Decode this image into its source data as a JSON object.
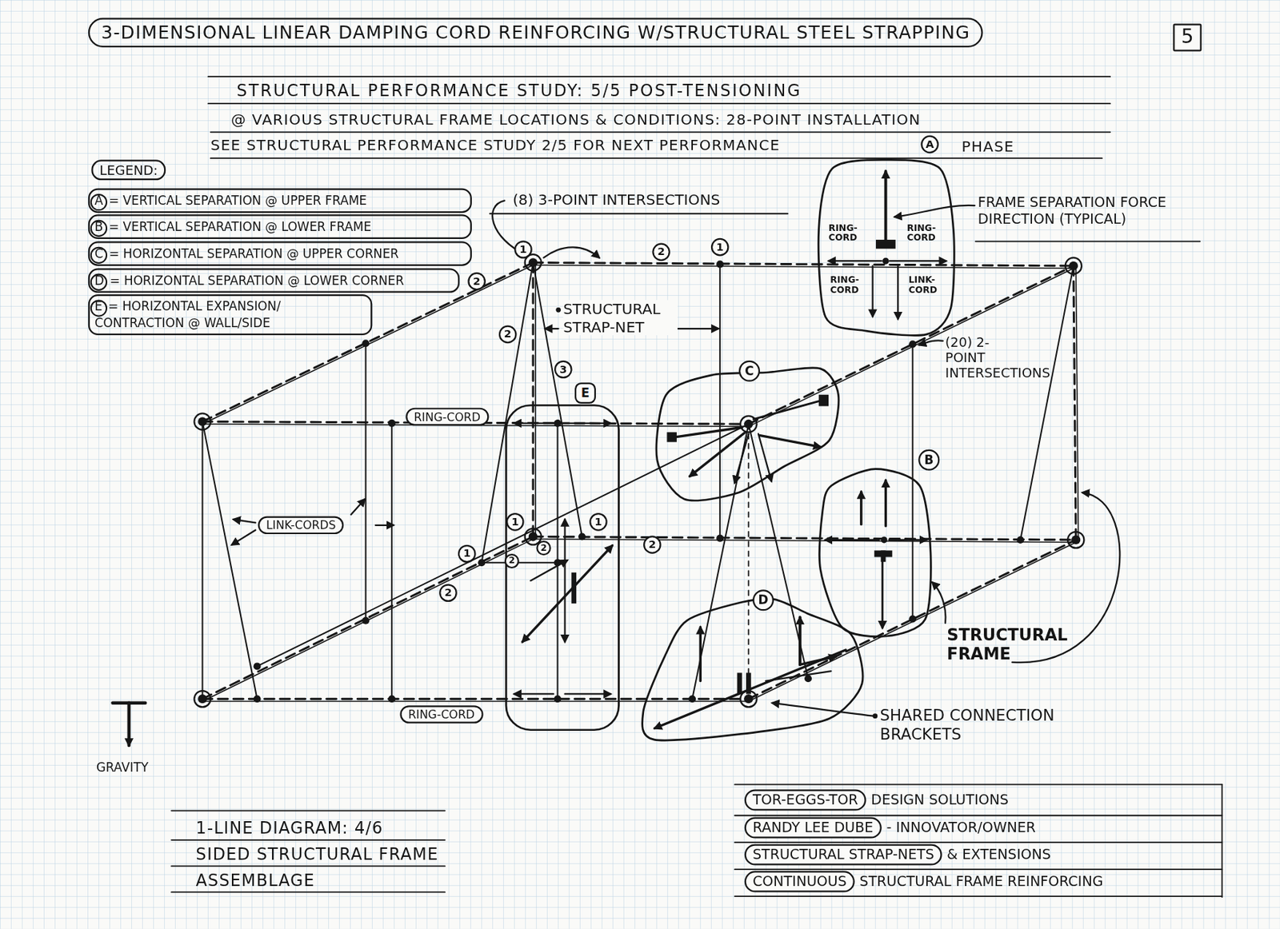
{
  "diagram": {
    "title": "3-DIMENSIONAL LINEAR DAMPING CORD REINFORCING W/STRUCTURAL STEEL STRAPPING",
    "caption": "1-LINE DIAGRAM: 4/6 SIDED STRUCTURAL FRAME ASSEMBLAGE",
    "nodes": [
      {
        "text": [
          "5"
        ]
      },
      {
        "text": [
          "RING-CORD",
          "RING-CORD",
          "RING-CORD",
          "LINK-CORD"
        ]
      },
      {
        "text": [
          "C"
        ]
      },
      {
        "text": [
          "E"
        ]
      },
      {
        "text": [
          "RING-CORD"
        ]
      },
      {
        "text": [
          "B"
        ]
      },
      {
        "text": [
          "LINK-CORDS"
        ]
      },
      {
        "text": [
          "D"
        ]
      },
      {
        "text": [
          "RING-CORD"
        ]
      },
      {
        "text": [
          "TOR-EGGS-TOR"
        ]
      },
      {
        "text": [
          "RANDY LEE DUBE"
        ]
      },
      {
        "text": [
          "STRUCTURAL STRAP-NETS"
        ]
      },
      {
        "text": [
          "CONTINUOUS"
        ]
      }
    ],
    "labels": [
      "STRUCTURAL PERFORMANCE STUDY: 5/5 POST-TENSIONING",
      "@ VARIOUS STRUCTURAL FRAME LOCATIONS & CONDITIONS: 28-POINT INSTALLATION",
      "SEE STRUCTURAL PERFORMANCE STUDY 2/5 FOR NEXT PERFORMANCE",
      "A",
      "PHASE",
      "LEGEND:",
      "(8) 3-POINT INTERSECTIONS",
      "FRAME SEPARATION FORCE DIRECTION (TYPICAL)",
      "2",
      "1",
      "2",
      "1",
      "2",
      "3",
      "STRUCTURAL STRAP-NET",
      "(20) 2-POINT INTERSECTIONS",
      "1",
      "1",
      "2",
      "1",
      "2",
      "2",
      "2",
      "STRUCTURAL FRAME",
      "SHARED CONNECTION BRACKETS",
      "GRAVITY",
      "DESIGN SOLUTIONS",
      "- INNOVATOR/OWNER",
      "& EXTENSIONS",
      "STRUCTURAL FRAME REINFORCING"
    ],
    "legend": [
      {
        "text": "A= VERTICAL SEPARATION @ UPPER FRAME"
      },
      {
        "text": "B= VERTICAL SEPARATION @ LOWER FRAME"
      },
      {
        "text": "C= HORIZONTAL SEPARATION @ UPPER CORNER"
      },
      {
        "text": "D= HORIZONTAL SEPARATION @ LOWER CORNER"
      },
      {
        "text": "E= HORIZONTAL EXPANSION/ CONTRACTION @ WALL/SIDE"
      }
    ]
  }
}
